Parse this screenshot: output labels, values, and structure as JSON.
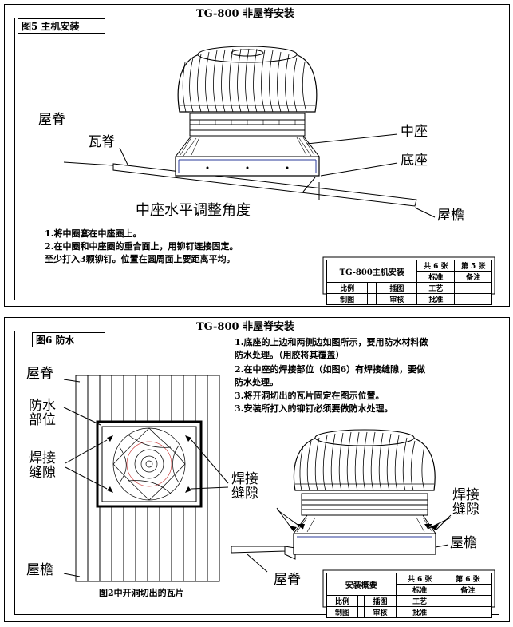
{
  "sheet1": {
    "title": "TG-800  非屋脊安装",
    "fig_tag": "图5  主机安装",
    "labels": {
      "ridge": "屋脊",
      "tile_ridge": "瓦脊",
      "middle_base": "中座",
      "bottom_base": "底座",
      "angle": "中座水平调整角度",
      "eave": "屋檐"
    },
    "notes": [
      "1.将中圈套在中座圈上。",
      "2.在中圈和中座圈的重合面上，用铆钉连接固定。",
      "  至少打入3颗铆钉。位置在圆周面上要距离平均。"
    ],
    "title_block": {
      "name": "TG-800主机安装",
      "total": "共 6 张",
      "page": "第 5 张",
      "standard": "标准",
      "remark": "备注",
      "scale": "比例",
      "drawing": "插图",
      "process": "工艺",
      "maker": "制图",
      "review": "审核",
      "approve": "批准"
    }
  },
  "sheet2": {
    "title": "TG-800  非屋脊安装",
    "fig_tag": "图6  防水",
    "labels": {
      "ridge": "屋脊",
      "waterproof": "防水\n部位",
      "weld_gap_left": "焊接\n缝隙",
      "weld_gap_mid": "焊接\n缝隙",
      "eave": "屋檐",
      "weld_gap_right": "焊接\n缝隙",
      "eave_right": "屋檐",
      "ridge_bottom": "屋脊",
      "caption": "图2中开洞切出的瓦片"
    },
    "notes": [
      "1.底座的上边和两侧边如图所示，要用防水材料做",
      "  防水处理。（用胶将其覆盖）",
      "2.在中座的焊接部位（如图6）有焊接缝隙，要做",
      "  防水处理。",
      "3.将开洞切出的瓦片固定在图示位置。",
      "3.安装所打入的铆钉必须要做防水处理。"
    ],
    "title_block": {
      "name": "安装概要",
      "total": "共 6 张",
      "page": "第 6 张",
      "standard": "标准",
      "remark": "备注",
      "scale": "比例",
      "drawing": "插图",
      "process": "工艺",
      "maker": "制图",
      "review": "审核",
      "approve": "批准"
    }
  }
}
